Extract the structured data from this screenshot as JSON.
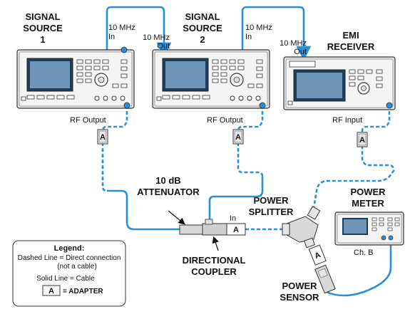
{
  "devices": {
    "source1": {
      "line1": "SIGNAL",
      "line2": "SOURCE",
      "line3": "1",
      "port": "RF Output"
    },
    "source2": {
      "line1": "SIGNAL",
      "line2": "SOURCE",
      "line3": "2",
      "port": "RF Output"
    },
    "receiver": {
      "line1": "EMI",
      "line2": "RECEIVER",
      "port": "RF Input"
    },
    "power_meter": {
      "line1": "POWER",
      "line2": "METER",
      "channel": "Ch. B"
    }
  },
  "ref_ports": {
    "s1_out": {
      "line1": "10 MHz",
      "line2": "Out"
    },
    "s2_in": {
      "line1": "10 MHz",
      "line2": "In"
    },
    "s1_in": {
      "line1": "10 MHz",
      "line2": "In"
    },
    "s2_out": {
      "line1": "10 MHz",
      "line2": "Out"
    }
  },
  "components": {
    "attenuator": {
      "line1": "10 dB",
      "line2": "ATTENUATOR"
    },
    "splitter": {
      "line1": "POWER",
      "line2": "SPLITTER"
    },
    "coupler": {
      "line1": "DIRECTIONAL",
      "line2": "COUPLER",
      "port": "In"
    },
    "sensor": {
      "line1": "POWER",
      "line2": "SENSOR"
    },
    "adapter_label": "A"
  },
  "legend": {
    "title": "Legend:",
    "dashed_a": "Dashed Line = Direct connection",
    "dashed_b": "(not a cable)",
    "solid": "Solid Line = Cable",
    "adapter_desc": "= ADAPTER",
    "adapter_symbol": "A"
  },
  "colors": {
    "connection": "#2a8fd6",
    "instrument": "#d9d9d9",
    "screen": "#1f3d5a"
  }
}
